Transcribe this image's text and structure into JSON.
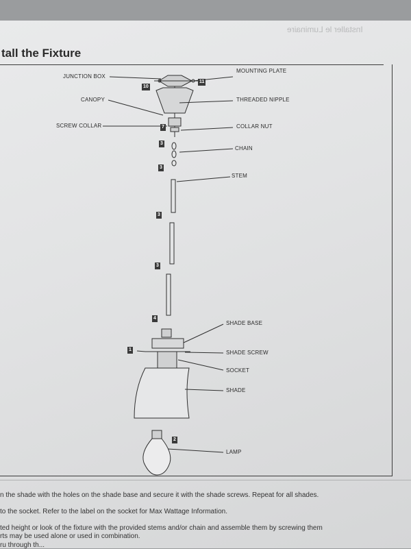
{
  "header": {
    "title": "tall the Fixture",
    "bleed_through": "Installer le Luminaire"
  },
  "diagram": {
    "labels": {
      "junction_box": "JUNCTION BOX",
      "mounting_plate": "MOUNTING PLATE",
      "canopy": "CANOPY",
      "threaded_nipple": "THREADED NIPPLE",
      "screw_collar": "SCREW COLLAR",
      "collar_nut": "COLLAR NUT",
      "chain": "CHAIN",
      "stem": "STEM",
      "shade_base": "SHADE BASE",
      "shade_screw": "SHADE SCREW",
      "socket": "SOCKET",
      "shade": "SHADE",
      "lamp": "LAMP"
    },
    "step_numbers": {
      "s10": "10",
      "s11": "11",
      "s7": "7",
      "s3a": "3",
      "s3b": "3",
      "s3c": "3",
      "s3d": "3",
      "s4": "4",
      "s1": "1",
      "s2": "2"
    }
  },
  "instructions": [
    "n the shade with the holes on the shade base and secure it with the shade screws. Repeat for all shades.",
    "to the socket. Refer to the label on the socket for Max Wattage Information.",
    "ted height or look of the fixture with the provided stems and/or chain and assemble them by screwing them",
    "rts may be used alone or used in combination.",
    "ru through th..."
  ]
}
